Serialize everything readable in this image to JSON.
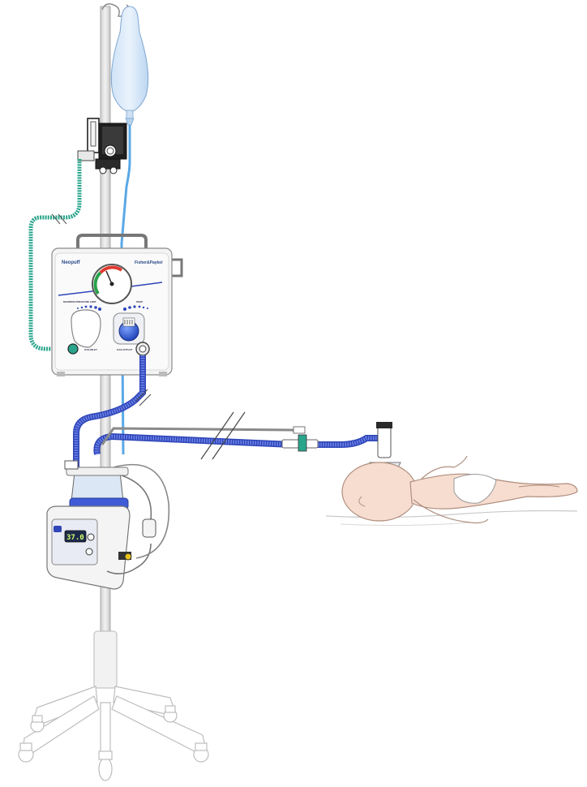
{
  "neopuff": {
    "brand": "Neopuff",
    "maker": "Fisher&Paykel",
    "labels": {
      "max_pressure": "MAXIMUM PRESSURE LIMIT",
      "peep": "PEEP",
      "gas_inlet": "GAS INLET",
      "gas_outlet": "GAS OUTLET"
    }
  },
  "humidifier": {
    "display_value": "37.0"
  },
  "colors": {
    "pole": "#d9d9d9",
    "blue_tube": "#3f5bd6",
    "green_tube": "#2aa58c",
    "iv_tube": "#5aa8e6",
    "baby_skin": "#f6ddd0",
    "device_body": "#f4f4f4"
  }
}
